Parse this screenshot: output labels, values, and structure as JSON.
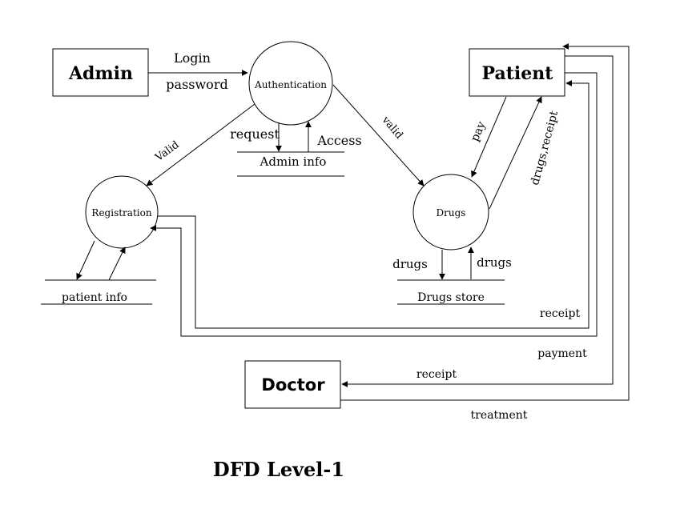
{
  "entities": {
    "admin": "Admin",
    "patient": "Patient",
    "doctor": "Doctor"
  },
  "processes": {
    "authentication": "Authentication",
    "registration": "Registration",
    "drugs": "Drugs"
  },
  "stores": {
    "admin_info": "Admin info",
    "patient_info": "patient info",
    "drugs_store": "Drugs store"
  },
  "flows": {
    "login": "Login",
    "password": "password",
    "request": "request",
    "access": "Access",
    "valid_reg": "Valid",
    "valid_drugs": "valid",
    "pay": "pay",
    "drugs_receipt": "drugs,receipt",
    "drugs_out": "drugs",
    "drugs_in": "drugs",
    "receipt_patient": "receipt",
    "payment": "payment",
    "receipt_doctor": "receipt",
    "treatment": "treatment"
  },
  "title": "DFD Level-1"
}
